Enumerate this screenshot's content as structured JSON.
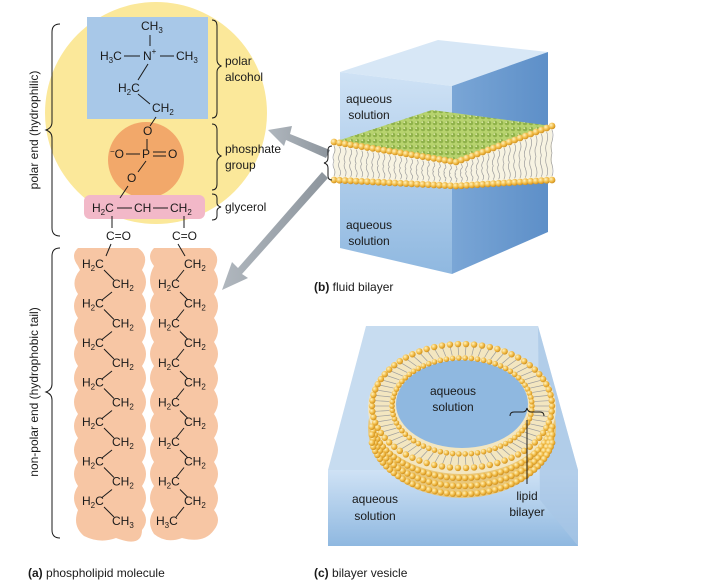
{
  "side_labels": {
    "polar_end": "polar end (hydrophilic)",
    "nonpolar_end": "non-polar end (hydrophobic tail)"
  },
  "bracket_labels": {
    "polar_alcohol_1": "polar",
    "polar_alcohol_2": "alcohol",
    "phosphate_1": "phosphate",
    "phosphate_2": "group",
    "glycerol": "glycerol"
  },
  "molecule": {
    "methyl_top": "CH",
    "methyl_top_sub": "3",
    "n_left": "H",
    "n_left_sub": "3",
    "n_left_c": "C",
    "n_center": "N",
    "n_charge": "+",
    "n_right": "CH",
    "n_right_sub": "3",
    "h2c": "H",
    "h2c_sub": "2",
    "h2c_c": "C",
    "ch2": "CH",
    "ch2_sub": "2",
    "o_link": "O",
    "o_minus": "−",
    "o_left": "O",
    "p": "P",
    "o_double": "O",
    "o_bottom": "O",
    "gly_h2c": "H",
    "gly_h2c_sub": "2",
    "gly_c": "C",
    "gly_ch": "CH",
    "gly_ch2": "CH",
    "gly_ch2_sub": "2",
    "carbonyl": "C=O",
    "tail_a_left": "H",
    "tail_a_c": "C",
    "tail_sub": "2",
    "tail_b": "CH",
    "tail_end_left": "CH",
    "tail_end_left_sub": "3",
    "tail_end_right_h": "H",
    "tail_end_right_sub": "3",
    "tail_end_right_c": "C"
  },
  "panel_b": {
    "aqueous_top_1": "aqueous",
    "aqueous_top_2": "solution",
    "aqueous_bottom_1": "aqueous",
    "aqueous_bottom_2": "solution",
    "caption_letter": "(b)",
    "caption_text": "fluid bilayer"
  },
  "panel_c": {
    "aqueous_inner_1": "aqueous",
    "aqueous_inner_2": "solution",
    "aqueous_outer_1": "aqueous",
    "aqueous_outer_2": "solution",
    "lipid_1": "lipid",
    "lipid_2": "bilayer",
    "caption_letter": "(c)",
    "caption_text": "bilayer vesicle"
  },
  "panel_a": {
    "caption_letter": "(a)",
    "caption_text": "phospholipid molecule"
  },
  "colors": {
    "head_circle": "#fbe89a",
    "alcohol_box": "#a8c8e8",
    "phosphate_circle": "#f2a86a",
    "glycerol_box": "#f2b8c8",
    "tail": "#f7c6a4",
    "water": "#b8d4ee",
    "bead": "#f0b840",
    "top_face": "#a9c86a"
  }
}
